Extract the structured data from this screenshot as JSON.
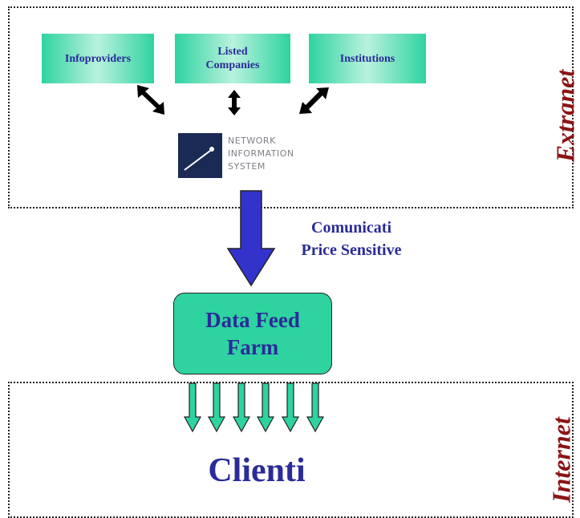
{
  "zones": {
    "extranet_label": "Extranet",
    "internet_label": "Internet"
  },
  "sources": {
    "infoproviders": "Infoproviders",
    "listed_line1": "Listed",
    "listed_line2": "Companies",
    "institutions": "Institutions"
  },
  "nis_logo": {
    "line1": "NETWORK",
    "line2": "INFORMATION",
    "line3": "SYSTEM"
  },
  "flow": {
    "caption_line1": "Comunicati",
    "caption_line2": "Price Sensitive"
  },
  "feed_farm": {
    "line1": "Data Feed",
    "line2": "Farm"
  },
  "clients": {
    "label": "Clienti"
  },
  "colors": {
    "teal": "#2ed3a0",
    "navy_text": "#2b2b99",
    "zone_label": "#8b1414",
    "flow_arrow": "#3333cc"
  }
}
